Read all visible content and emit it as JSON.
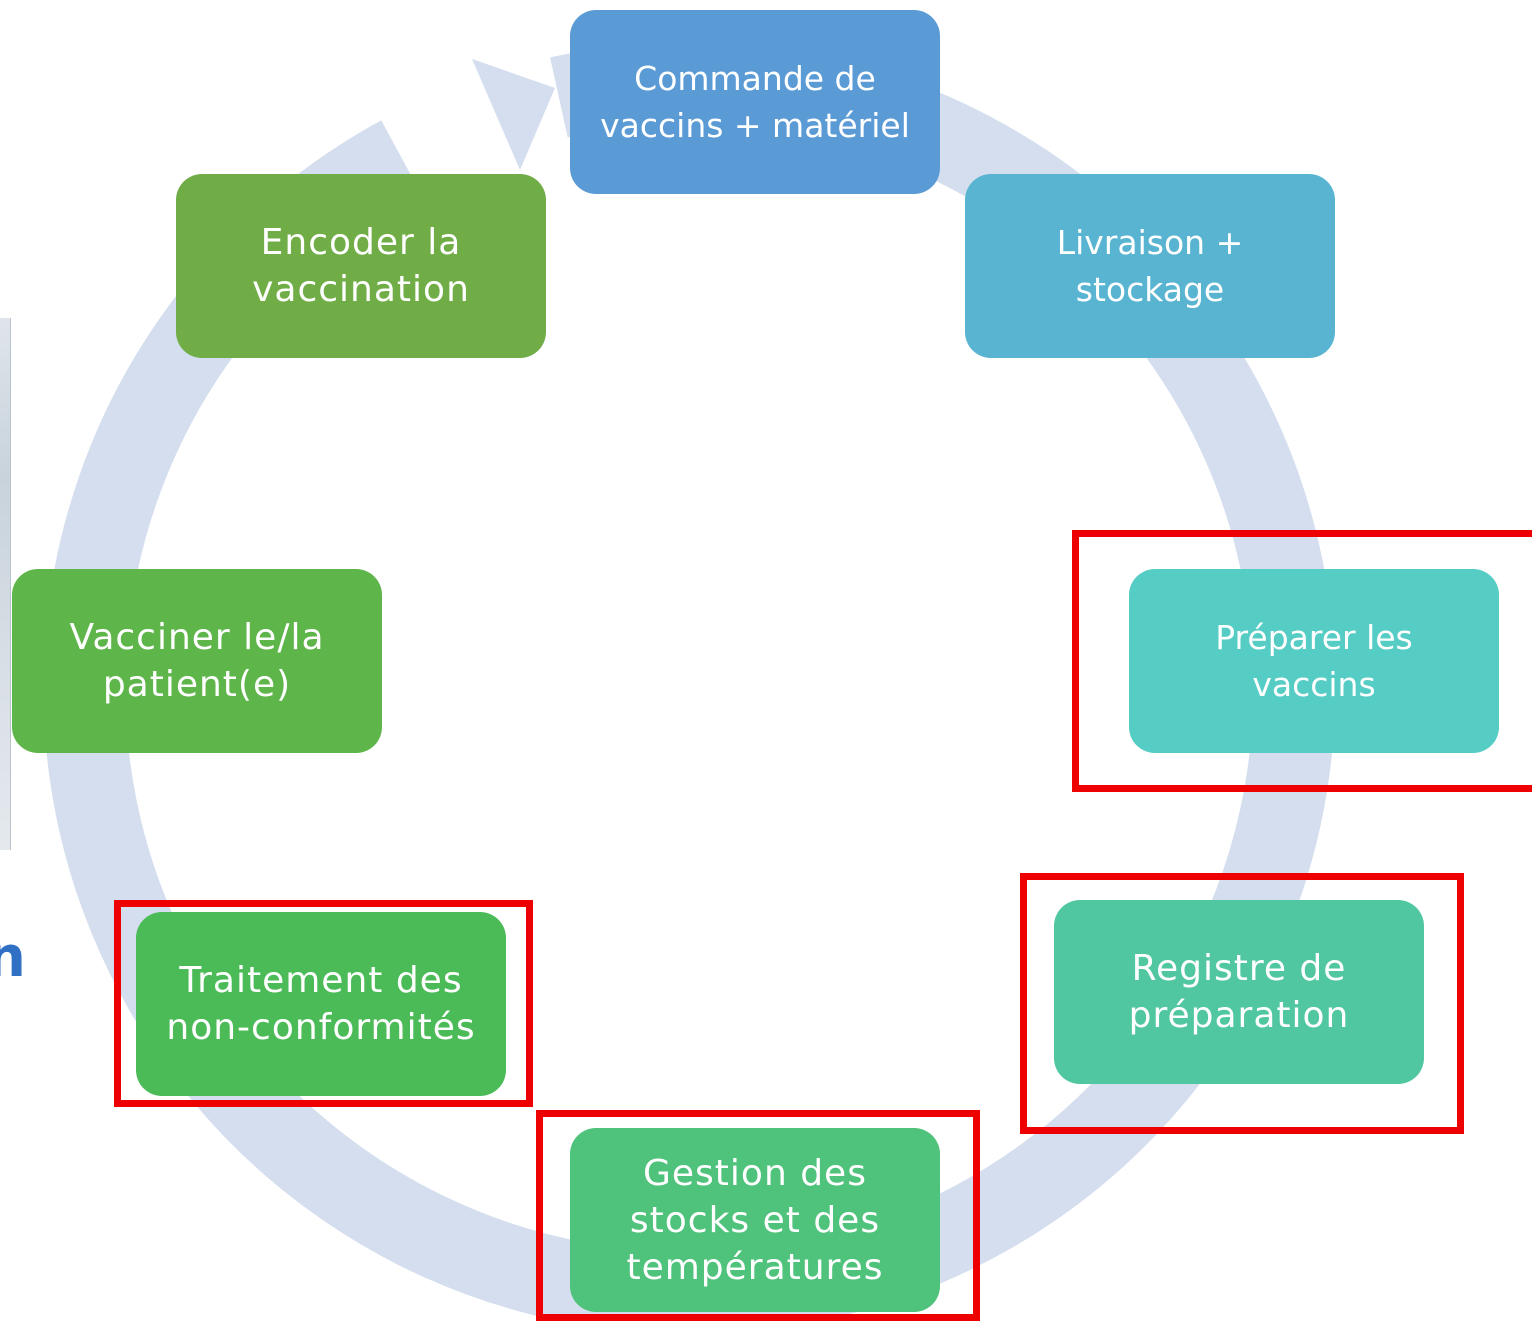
{
  "diagram": {
    "steps": [
      {
        "id": "commande",
        "label": "Commande de\nvaccins + matériel",
        "color": "#5b9bd5"
      },
      {
        "id": "livraison",
        "label": "Livraison +\nstockage",
        "color": "#58b4d1"
      },
      {
        "id": "preparer",
        "label": "Préparer les\nvaccins",
        "color": "#55ccc4"
      },
      {
        "id": "registre",
        "label": "Registre de\npréparation",
        "color": "#50c7a0"
      },
      {
        "id": "gestion",
        "label": "Gestion des\nstocks et des\ntempératures",
        "color": "#4fc27b"
      },
      {
        "id": "traitement",
        "label": "Traitement des\nnon-conformités",
        "color": "#4bbb58"
      },
      {
        "id": "vacciner",
        "label": "Vacciner le/la\npatient(e)",
        "color": "#5eb54a"
      },
      {
        "id": "encoder",
        "label": "Encoder la\nvaccination",
        "color": "#70ad47"
      }
    ],
    "cycle_arrow_color": "#d4deee",
    "highlight_color": "#ee0000",
    "highlighted_steps": [
      "preparer",
      "registre",
      "gestion",
      "traitement"
    ]
  },
  "side_fragment": {
    "text": "n",
    "color": "#2f6fc4"
  }
}
